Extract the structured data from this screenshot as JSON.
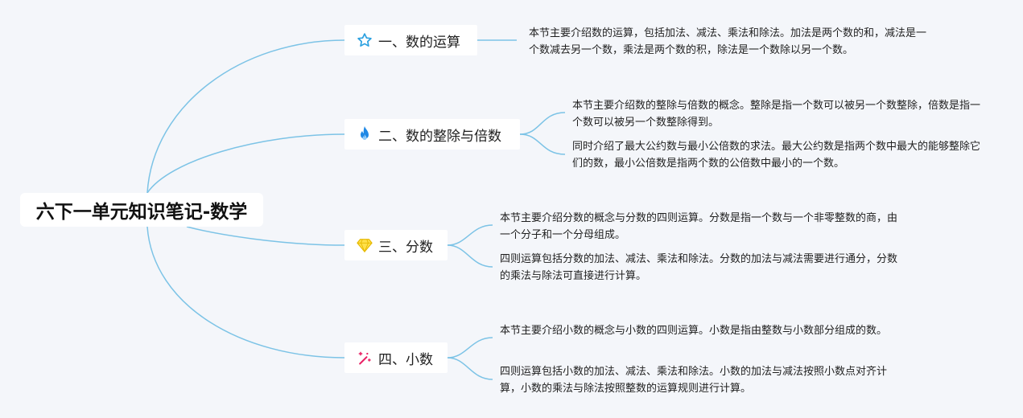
{
  "root": {
    "title": "六下一单元知识笔记-数学"
  },
  "colors": {
    "line": "#7cc3e6",
    "background": "#f4f6fa"
  },
  "branches": [
    {
      "label": "一、数的运算",
      "icon": "star-icon",
      "notes": [
        "本节主要介绍数的运算，包括加法、减法、乘法和除法。加法是两个数的和，减法是一个数减去另一个数，乘法是两个数的积，除法是一个数除以另一个数。"
      ]
    },
    {
      "label": "二、数的整除与倍数",
      "icon": "flame-icon",
      "notes": [
        "本节主要介绍数的整除与倍数的概念。整除是指一个数可以被另一个数整除，倍数是指一个数可以被另一个数整除得到。",
        "同时介绍了最大公约数与最小公倍数的求法。最大公约数是指两个数中最大的能够整除它们的数，最小公倍数是指两个数的公倍数中最小的一个数。"
      ]
    },
    {
      "label": "三、分数",
      "icon": "diamond-icon",
      "notes": [
        "本节主要介绍分数的概念与分数的四则运算。分数是指一个数与一个非零整数的商，由一个分子和一个分母组成。",
        "四则运算包括分数的加法、减法、乘法和除法。分数的加法与减法需要进行通分，分数的乘法与除法可直接进行计算。"
      ]
    },
    {
      "label": "四、小数",
      "icon": "magic-wand-icon",
      "notes": [
        "本节主要介绍小数的概念与小数的四则运算。小数是指由整数与小数部分组成的数。",
        "四则运算包括小数的加法、减法、乘法和除法。小数的加法与减法按照小数点对齐计算，小数的乘法与除法按照整数的运算规则进行计算。"
      ]
    }
  ]
}
